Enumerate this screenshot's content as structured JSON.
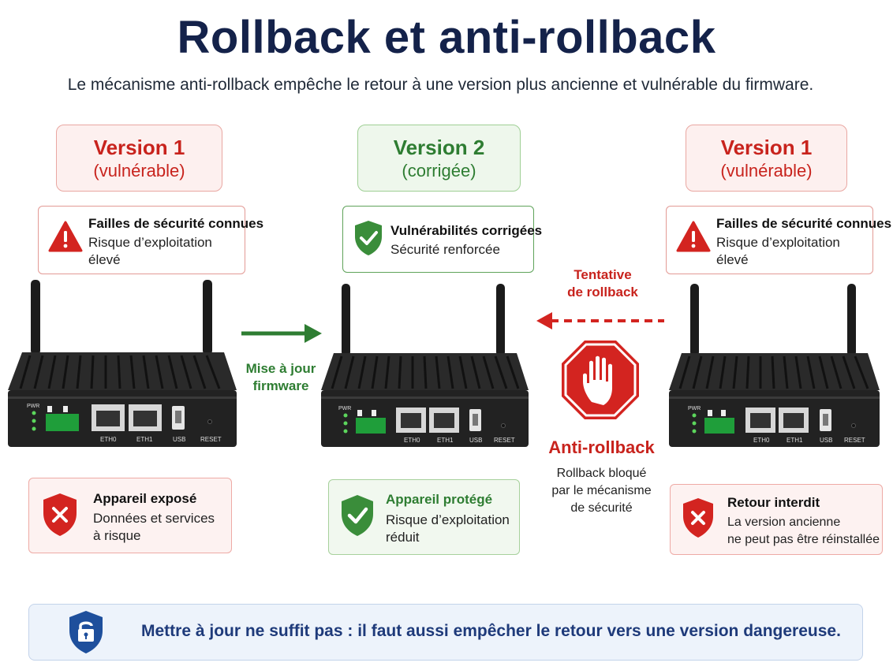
{
  "title": "Rollback et anti-rollback",
  "subtitle": "Le mécanisme anti-rollback empêche le retour à une version plus ancienne et vulnérable du firmware.",
  "columns": [
    {
      "version": "Version 1",
      "version_note": "(vulnérable)",
      "status": "vulnerable",
      "info_title": "Failles de sécurité connues",
      "info_lines": [
        "Risque d’exploitation",
        "élevé"
      ],
      "info_icon": "warning-triangle-icon",
      "result_title": "Appareil exposé",
      "result_lines": [
        "Données et services",
        "à risque"
      ],
      "result_icon": "shield-x-icon"
    },
    {
      "version": "Version 2",
      "version_note": "(corrigée)",
      "status": "fixed",
      "info_title": "Vulnérabilités corrigées",
      "info_lines": [
        "Sécurité renforcée"
      ],
      "info_icon": "shield-check-icon",
      "result_title": "Appareil protégé",
      "result_lines": [
        "Risque d’exploitation",
        "réduit"
      ],
      "result_icon": "shield-check-icon"
    },
    {
      "version": "Version 1",
      "version_note": "(vulnérable)",
      "status": "vulnerable",
      "info_title": "Failles de sécurité connues",
      "info_lines": [
        "Risque d’exploitation",
        "élevé"
      ],
      "info_icon": "warning-triangle-icon",
      "result_title": "Retour interdit",
      "result_lines": [
        "La version ancienne",
        "ne peut pas être réinstallée"
      ],
      "result_icon": "shield-x-icon"
    }
  ],
  "device_labels": {
    "pwr": "PWR",
    "eth0": "ETH0",
    "eth1": "ETH1",
    "usb": "USB",
    "reset": "RESET"
  },
  "update_arrow": {
    "lines": [
      "Mise à jour",
      "firmware"
    ],
    "color": "#2e7d32"
  },
  "rollback_arrow": {
    "lines": [
      "Tentative",
      "de rollback"
    ],
    "color": "#c8231d"
  },
  "anti_rollback": {
    "title": "Anti-rollback",
    "lines": [
      "Rollback bloqué",
      "par le mécanisme",
      "de sécurité"
    ],
    "icon": "stop-hand-icon"
  },
  "footer": {
    "icon": "lock-shield-icon",
    "text": "Mettre à jour ne suffit pas : il faut aussi empêcher le retour vers une version dangereuse."
  },
  "colors": {
    "title": "#14224a",
    "red": "#c8231d",
    "green": "#2e7d32",
    "footer_text": "#1e3a7a"
  }
}
